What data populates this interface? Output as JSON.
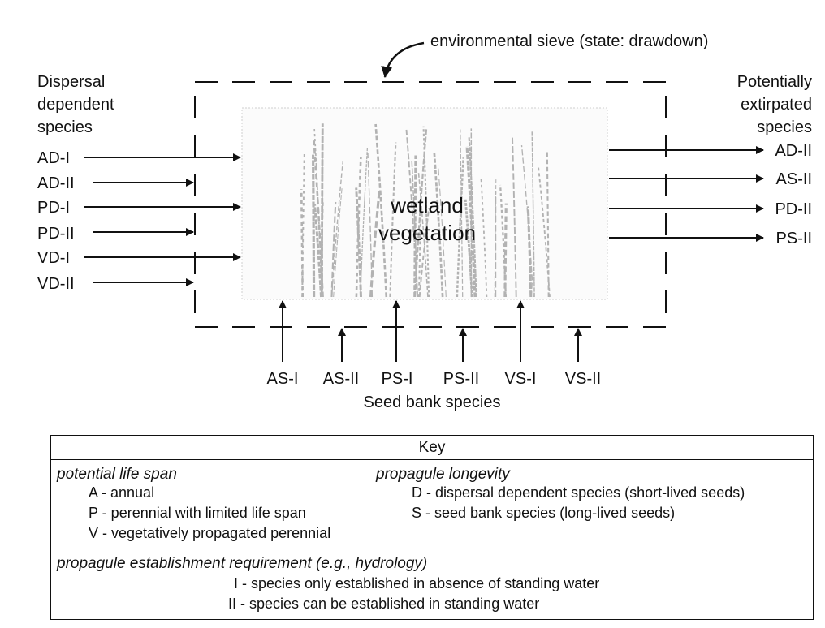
{
  "diagram": {
    "sieve_label": "environmental sieve (state: drawdown)",
    "center_label_line1": "wetland",
    "center_label_line2": "vegetation",
    "left_header": [
      "Dispersal",
      "dependent",
      "species"
    ],
    "right_header": [
      "Potentially",
      "extirpated",
      "species"
    ],
    "left_inputs": [
      {
        "label": "AD-I",
        "passes": true
      },
      {
        "label": "AD-II",
        "passes": false
      },
      {
        "label": "PD-I",
        "passes": true
      },
      {
        "label": "PD-II",
        "passes": false
      },
      {
        "label": "VD-I",
        "passes": true
      },
      {
        "label": "VD-II",
        "passes": false
      }
    ],
    "right_outputs": [
      "AD-II",
      "AS-II",
      "PD-II",
      "PS-II"
    ],
    "bottom_inputs": [
      {
        "label": "AS-I",
        "passes": true
      },
      {
        "label": "AS-II",
        "passes": false
      },
      {
        "label": "PS-I",
        "passes": true
      },
      {
        "label": "PS-II",
        "passes": false
      },
      {
        "label": "VS-I",
        "passes": true
      },
      {
        "label": "VS-II",
        "passes": false
      }
    ],
    "bottom_header": "Seed bank species"
  },
  "key": {
    "title": "Key",
    "life_span_heading": "potential life span",
    "life_span_items": [
      "A - annual",
      "P - perennial with limited life span",
      "V - vegetatively propagated perennial"
    ],
    "longevity_heading": "propagule longevity",
    "longevity_items": [
      "D - dispersal dependent species (short-lived seeds)",
      "S - seed bank species (long-lived seeds)"
    ],
    "establishment_heading": "propagule establishment requirement (e.g., hydrology)",
    "establishment_items": [
      "I - species only established in absence of standing water",
      "II - species can be established in standing water"
    ]
  }
}
